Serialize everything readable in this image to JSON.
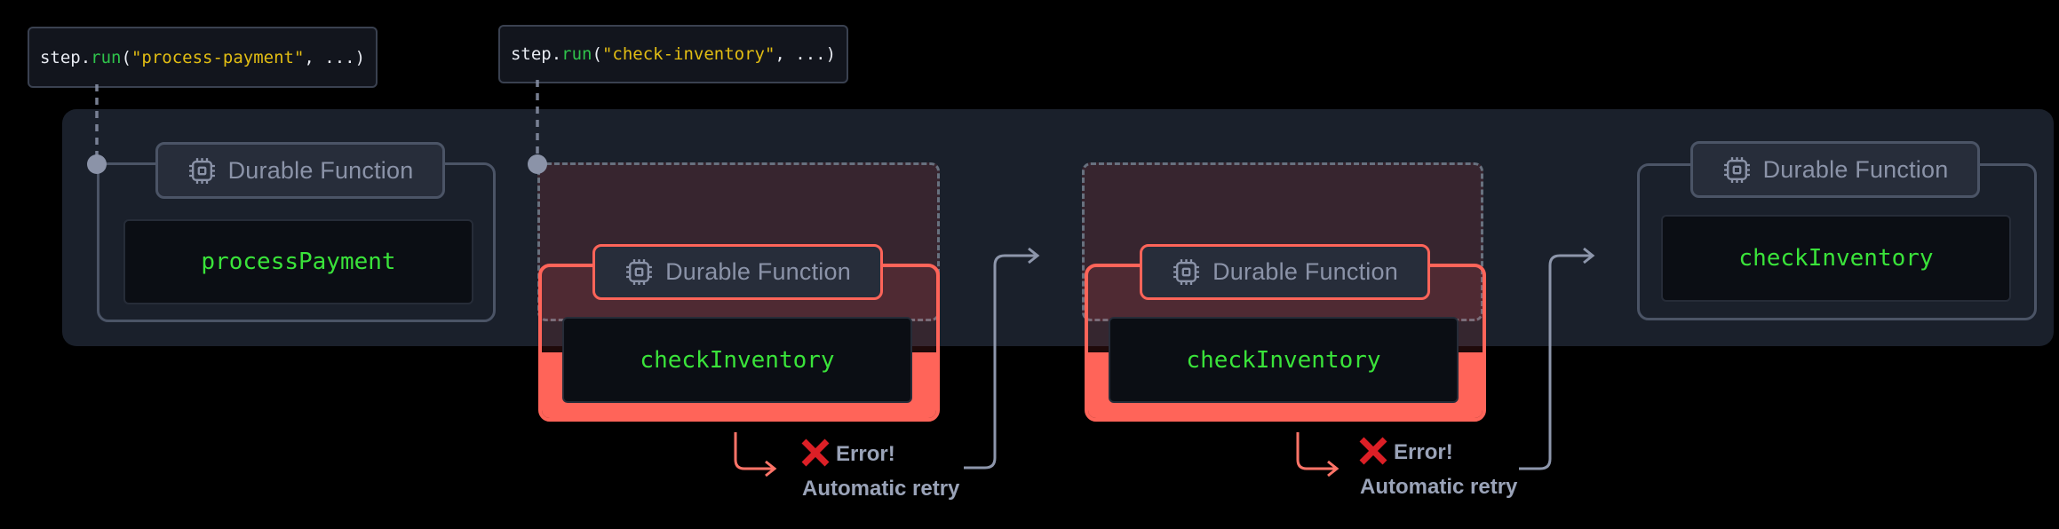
{
  "colors": {
    "canvas-bg": "#000000",
    "band-bg": "#1a202b",
    "label-bg": "#12151d",
    "label-border": "#3a4150",
    "card-border": "#4b5466",
    "badge-bg": "#272d3a",
    "badge-text": "#8b93a8",
    "codebox-bg": "#0b0e14",
    "codebox-border": "#262c38",
    "fn-green": "#3ae33a",
    "salmon": "#ff6459",
    "arrow-salmon": "#ff7468",
    "ghost-dash": "#68717f",
    "ghost-fill": "rgba(255,80,80,0.13)",
    "card-red-fill": "rgba(255,80,80,0.12)",
    "connector": "#8d96ab",
    "dot": "#8b93a8",
    "error-x": "#dc1f26",
    "error-text": "#9aa3b8",
    "code-white": "#e8ebf2",
    "code-green": "#2fc24b",
    "code-yellow": "#e2bd13"
  },
  "code_labels": [
    {
      "tokens": [
        {
          "t": "step.",
          "c": "#e8ebf2"
        },
        {
          "t": "run",
          "c": "#2fc24b"
        },
        {
          "t": "(",
          "c": "#e8ebf2"
        },
        {
          "t": "\"process-payment\"",
          "c": "#e2bd13"
        },
        {
          "t": ", ...)",
          "c": "#e8ebf2"
        }
      ]
    },
    {
      "tokens": [
        {
          "t": "step.",
          "c": "#e8ebf2"
        },
        {
          "t": "run",
          "c": "#2fc24b"
        },
        {
          "t": "(",
          "c": "#e8ebf2"
        },
        {
          "t": "\"check-inventory\"",
          "c": "#e2bd13"
        },
        {
          "t": ", ...)",
          "c": "#e8ebf2"
        }
      ]
    }
  ],
  "groups": [
    {
      "badge": "Durable Function",
      "function": "processPayment",
      "state": "normal"
    },
    {
      "badge": "Durable Function",
      "function": "checkInventory",
      "state": "error"
    },
    {
      "badge": "Durable Function",
      "function": "checkInventory",
      "state": "error"
    },
    {
      "badge": "Durable Function",
      "function": "checkInventory",
      "state": "normal"
    }
  ],
  "annotations": [
    {
      "error_label": "Error!",
      "retry_label": "Automatic retry"
    },
    {
      "error_label": "Error!",
      "retry_label": "Automatic retry"
    }
  ]
}
